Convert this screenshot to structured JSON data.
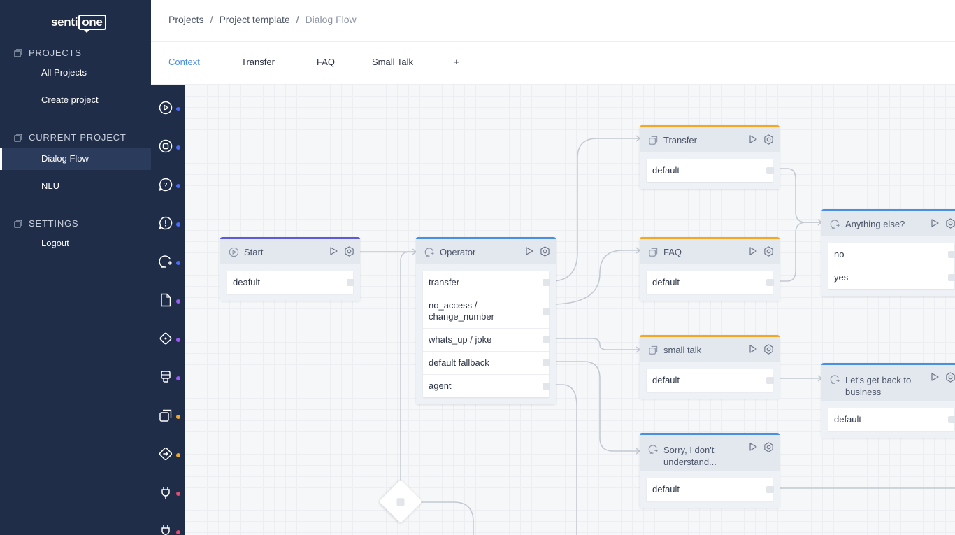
{
  "app": {
    "logo_left": "senti",
    "logo_box": "one"
  },
  "sidebar": {
    "sections": [
      {
        "title": "PROJECTS",
        "items": [
          {
            "label": "All Projects"
          },
          {
            "label": "Create project"
          }
        ]
      },
      {
        "title": "CURRENT PROJECT",
        "items": [
          {
            "label": "Dialog Flow",
            "active": true
          },
          {
            "label": "NLU"
          }
        ]
      },
      {
        "title": "SETTINGS",
        "items": [
          {
            "label": "Logout"
          }
        ]
      }
    ]
  },
  "breadcrumb": {
    "items": [
      "Projects",
      "Project template",
      "Dialog Flow"
    ],
    "separator": "/"
  },
  "tabs": [
    {
      "label": "Context",
      "active": true
    },
    {
      "label": "Transfer"
    },
    {
      "label": "FAQ"
    },
    {
      "label": "Small Talk"
    },
    {
      "label": "+"
    }
  ],
  "tools": [
    {
      "icon": "play-circle-icon",
      "dot": "#4a6cf7"
    },
    {
      "icon": "stop-circle-icon",
      "dot": "#4a6cf7"
    },
    {
      "icon": "question-bubble-icon",
      "dot": "#4a6cf7"
    },
    {
      "icon": "alert-bubble-icon",
      "dot": "#4a6cf7"
    },
    {
      "icon": "chat-arrow-icon",
      "dot": "#4a6cf7"
    },
    {
      "icon": "document-icon",
      "dot": "#9b59f7"
    },
    {
      "icon": "diamond-node-icon",
      "dot": "#9b59f7"
    },
    {
      "icon": "robot-icon",
      "dot": "#9b59f7"
    },
    {
      "icon": "cards-icon",
      "dot": "#f5a623"
    },
    {
      "icon": "redirect-diamond-icon",
      "dot": "#f5a623"
    },
    {
      "icon": "plug-icon",
      "dot": "#e74c6f"
    },
    {
      "icon": "plug-icon",
      "dot": "#e74c6f"
    }
  ],
  "nodes": {
    "start": {
      "title": "Start",
      "rows": [
        "deafult"
      ]
    },
    "operator": {
      "title": "Operator",
      "rows": [
        "transfer",
        "no_access / change_number",
        "whats_up / joke",
        "default fallback",
        "agent"
      ]
    },
    "transfer": {
      "title": "Transfer",
      "rows": [
        "default"
      ]
    },
    "faq": {
      "title": "FAQ",
      "rows": [
        "default"
      ]
    },
    "small_talk": {
      "title": "small talk",
      "rows": [
        "default"
      ]
    },
    "sorry": {
      "title": "Sorry, I don't understand...",
      "rows": [
        "default"
      ]
    },
    "anything_else": {
      "title": "Anything else?",
      "rows": [
        "no",
        "yes"
      ]
    },
    "back_to_business": {
      "title": "Let's get back to business",
      "rows": [
        "default"
      ]
    }
  },
  "colors": {
    "sidebar_bg": "#1f2d48",
    "accent": "#4a90e2",
    "start_top": "#5b5bdc",
    "dialog_top": "#4a90e2",
    "flow_top": "#f5a623"
  }
}
